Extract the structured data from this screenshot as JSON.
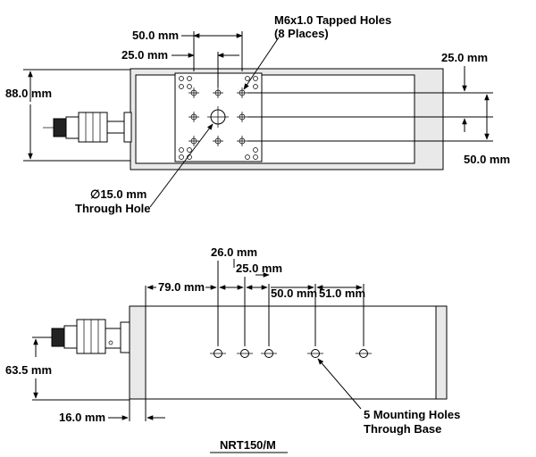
{
  "top_view": {
    "dim_50": "50.0 mm",
    "dim_25_left": "25.0 mm",
    "dim_25_right": "25.0 mm",
    "dim_50_right": "50.0 mm",
    "dim_88": "88.0 mm",
    "tapped_holes": "M6x1.0 Tapped Holes",
    "tapped_holes_count": "(8 Places)",
    "through_hole_dia": "∅15.0 mm",
    "through_hole": "Through Hole"
  },
  "side_view": {
    "dim_26": "26.0 mm",
    "dim_25": "25.0 mm",
    "dim_79": "79.0 mm",
    "dim_50": "50.0 mm",
    "dim_51": "51.0 mm",
    "dim_63_5": "63.5 mm",
    "dim_16": "16.0 mm",
    "mounting_holes": "5 Mounting Holes",
    "through_base": "Through Base"
  },
  "title": "NRT150/M"
}
